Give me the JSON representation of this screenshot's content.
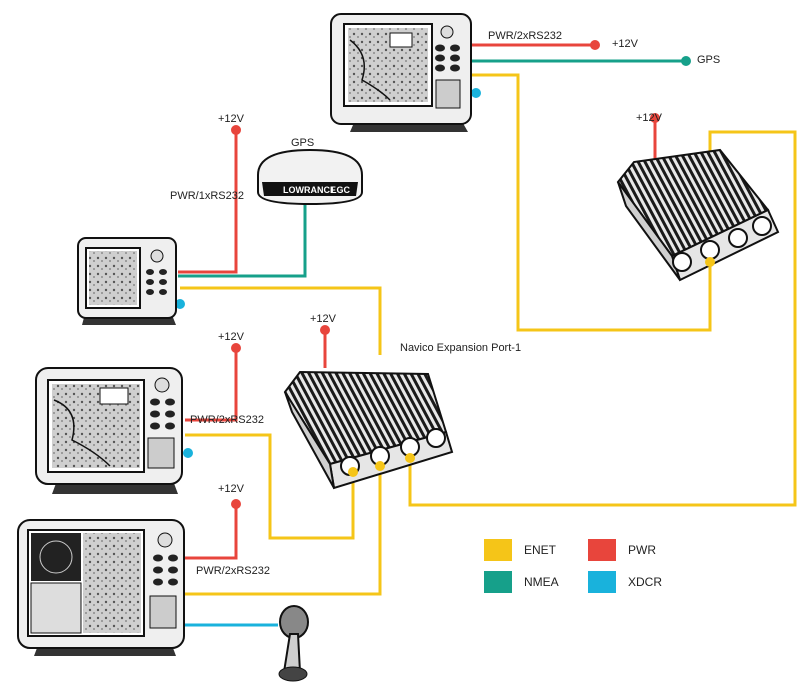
{
  "colors": {
    "enet": "#f5c518",
    "nmea": "#16a08a",
    "pwr": "#e8453c",
    "xdcr": "#19b2dc"
  },
  "labels": {
    "top_pwr": "PWR/2xRS232",
    "top_12v": "+12V",
    "top_gps": "GPS",
    "right_12v": "+12V",
    "left_12v": "+12V",
    "left_pwr": "PWR/1xRS232",
    "gps_antenna": "GPS",
    "center_12v": "+12V",
    "expansion_port": "Navico Expansion Port-1",
    "mid_12v": "+12V",
    "mid_pwr": "PWR/2xRS232",
    "bottom_12v": "+12V",
    "bottom_pwr": "PWR/2xRS232",
    "antenna_brand": "LOWRANCE",
    "antenna_model": "LGC"
  },
  "legend": [
    {
      "label": "ENET",
      "color_key": "enet"
    },
    {
      "label": "PWR",
      "color_key": "pwr"
    },
    {
      "label": "NMEA",
      "color_key": "nmea"
    },
    {
      "label": "XDCR",
      "color_key": "xdcr"
    }
  ],
  "devices": [
    {
      "name": "display-unit-top"
    },
    {
      "name": "display-unit-left"
    },
    {
      "name": "display-unit-middle"
    },
    {
      "name": "display-unit-bottom"
    },
    {
      "name": "expansion-port-center"
    },
    {
      "name": "expansion-port-right"
    },
    {
      "name": "gps-antenna"
    },
    {
      "name": "transducer"
    }
  ]
}
